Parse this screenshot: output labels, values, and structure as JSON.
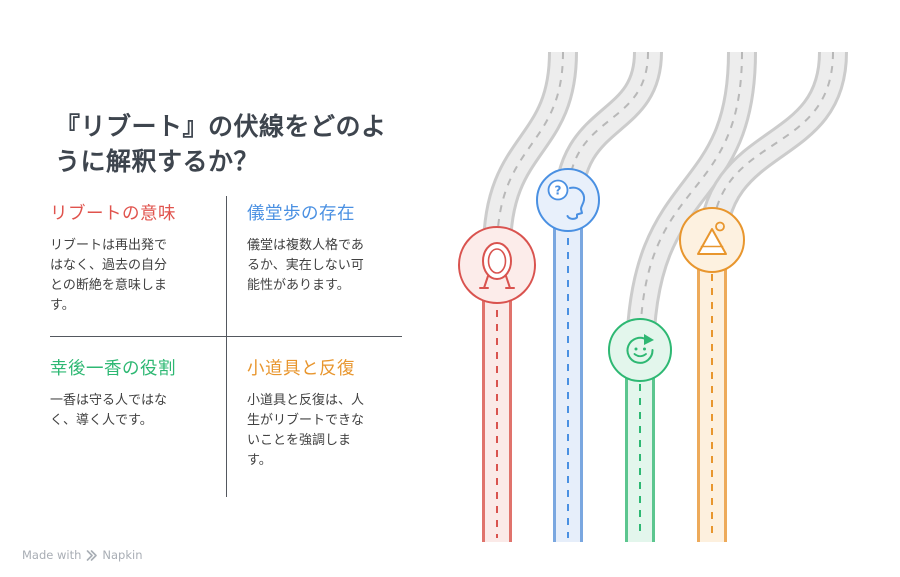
{
  "title": "『リブート』の伏線をどのよ\nうに解釈するか？",
  "quadrants": [
    {
      "heading": "リブートの意味",
      "color": "#e0534d",
      "body": "リブートは再出発で\nはなく、過去の自分\nとの断絶を意味しま\nす。"
    },
    {
      "heading": "儀堂歩の存在",
      "color": "#4a90e2",
      "body": "儀堂は複数人格であ\nるか、実在しない可\n能性があります。"
    },
    {
      "heading": "幸後一香の役割",
      "color": "#2eb873",
      "body": "一香は守る人ではな\nく、導く人です。"
    },
    {
      "heading": "小道具と反復",
      "color": "#e8962e",
      "body": "小道具と反復は、人\n生がリブートできな\nいことを強調しま\nす。"
    }
  ],
  "illustration": {
    "question_mark": "?",
    "road_gray": {
      "border": "#cccccc",
      "fill": "#ededed",
      "dash": "#b8b8b8"
    },
    "roads": [
      {
        "name": "road-red",
        "icon": "mirror-icon",
        "border": "#e0736c",
        "fill": "#fbeae8",
        "dash": "#d9534f"
      },
      {
        "name": "road-blue",
        "icon": "head-question-icon",
        "border": "#7aa7e0",
        "fill": "#e6eefa",
        "dash": "#4a90e2"
      },
      {
        "name": "road-green",
        "icon": "refresh-face-icon",
        "border": "#5cc68f",
        "fill": "#e3f6ec",
        "dash": "#2eb873"
      },
      {
        "name": "road-orange",
        "icon": "cake-icon",
        "border": "#edaa5a",
        "fill": "#fdf0de",
        "dash": "#e8962e"
      }
    ]
  },
  "footer": {
    "made_with": "Made with",
    "brand": "Napkin"
  }
}
